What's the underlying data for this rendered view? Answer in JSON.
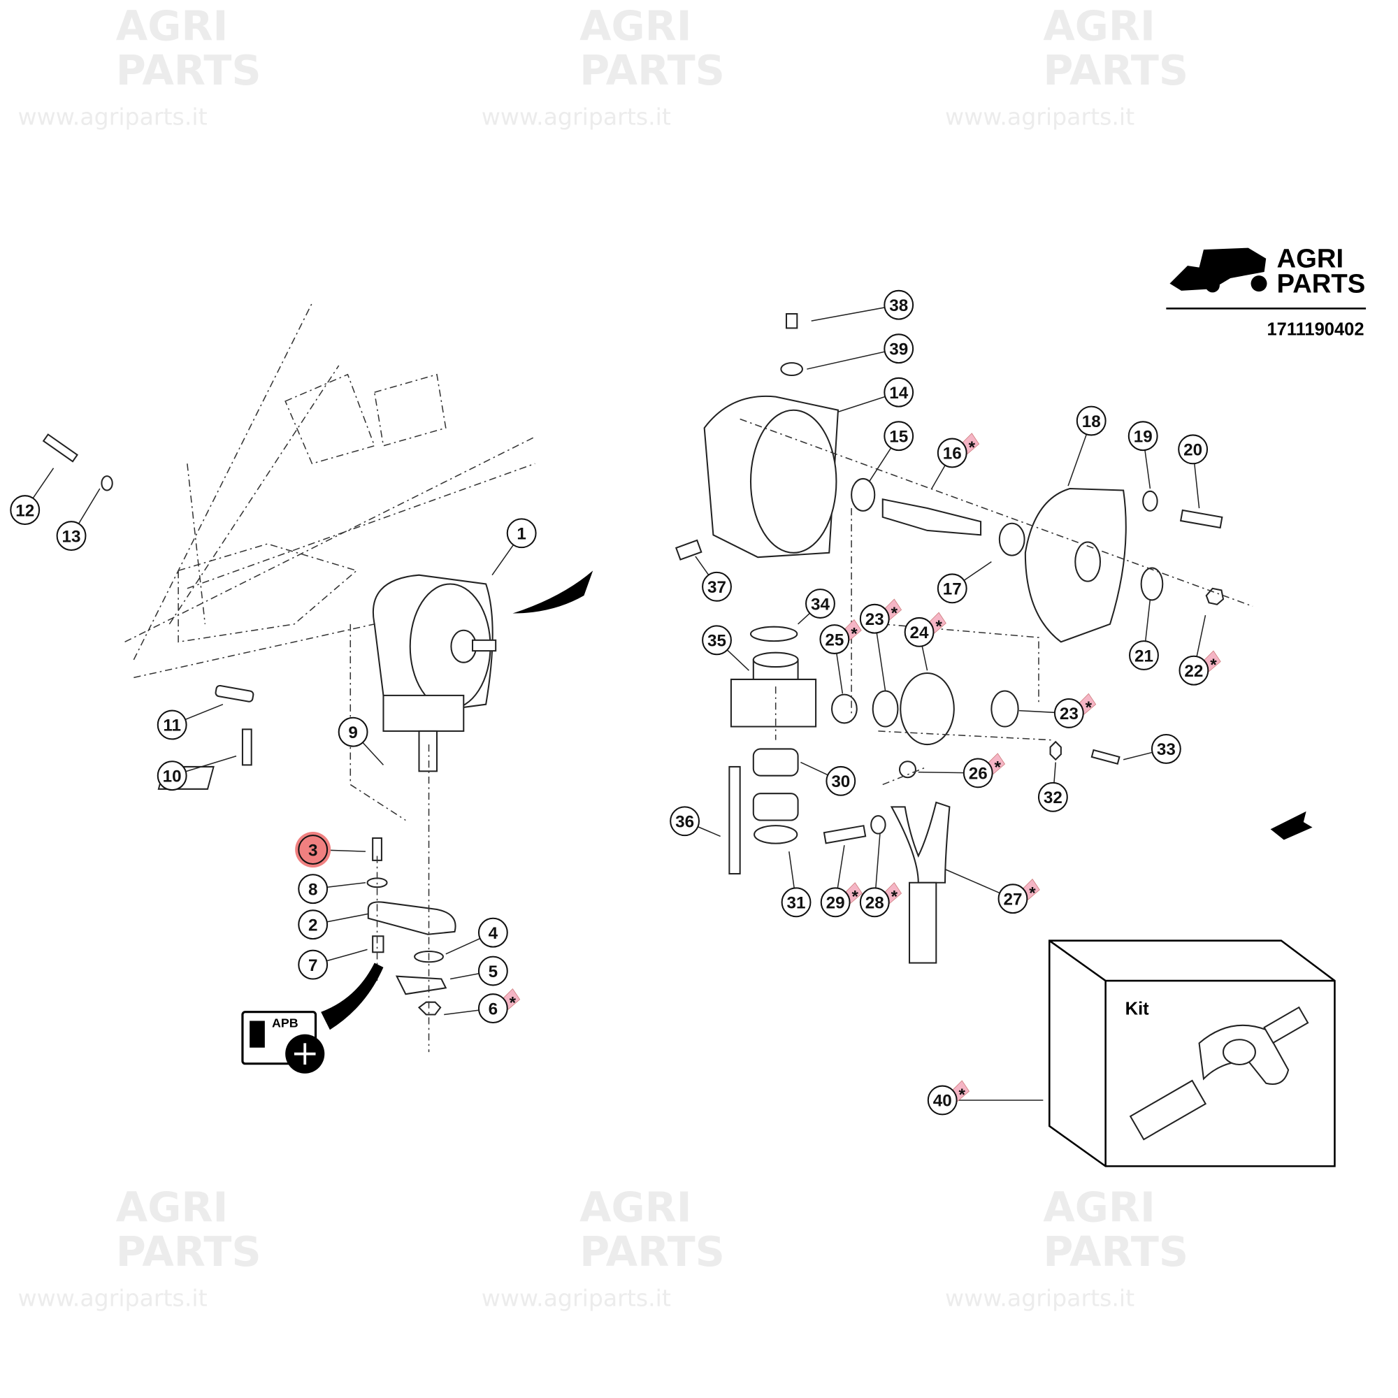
{
  "watermark": {
    "line1": "AGRI",
    "line2": "PARTS",
    "url": "www.agriparts.it"
  },
  "logo": {
    "line1": "AGRI",
    "line2": "PARTS"
  },
  "diagram_code": "1711190402",
  "kit_label": "Kit",
  "apb_badge": {
    "label": "APB"
  },
  "colors": {
    "highlight": "#f08080",
    "star_tag": "#f5b5c5"
  },
  "callouts": [
    {
      "label": "1",
      "starred": false,
      "highlighted": false
    },
    {
      "label": "2",
      "starred": false,
      "highlighted": false
    },
    {
      "label": "3",
      "starred": false,
      "highlighted": true
    },
    {
      "label": "4",
      "starred": false,
      "highlighted": false
    },
    {
      "label": "5",
      "starred": false,
      "highlighted": false
    },
    {
      "label": "6",
      "starred": true,
      "highlighted": false
    },
    {
      "label": "7",
      "starred": false,
      "highlighted": false
    },
    {
      "label": "8",
      "starred": false,
      "highlighted": false
    },
    {
      "label": "9",
      "starred": false,
      "highlighted": false
    },
    {
      "label": "10",
      "starred": false,
      "highlighted": false
    },
    {
      "label": "11",
      "starred": false,
      "highlighted": false
    },
    {
      "label": "12",
      "starred": false,
      "highlighted": false
    },
    {
      "label": "13",
      "starred": false,
      "highlighted": false
    },
    {
      "label": "14",
      "starred": false,
      "highlighted": false
    },
    {
      "label": "15",
      "starred": false,
      "highlighted": false
    },
    {
      "label": "16",
      "starred": true,
      "highlighted": false
    },
    {
      "label": "17",
      "starred": false,
      "highlighted": false
    },
    {
      "label": "18",
      "starred": false,
      "highlighted": false
    },
    {
      "label": "19",
      "starred": false,
      "highlighted": false
    },
    {
      "label": "20",
      "starred": false,
      "highlighted": false
    },
    {
      "label": "21",
      "starred": false,
      "highlighted": false
    },
    {
      "label": "22",
      "starred": true,
      "highlighted": false
    },
    {
      "label": "23",
      "starred": true,
      "highlighted": false
    },
    {
      "label": "23",
      "starred": true,
      "highlighted": false
    },
    {
      "label": "24",
      "starred": true,
      "highlighted": false
    },
    {
      "label": "25",
      "starred": true,
      "highlighted": false
    },
    {
      "label": "26",
      "starred": true,
      "highlighted": false
    },
    {
      "label": "27",
      "starred": true,
      "highlighted": false
    },
    {
      "label": "28",
      "starred": true,
      "highlighted": false
    },
    {
      "label": "29",
      "starred": true,
      "highlighted": false
    },
    {
      "label": "30",
      "starred": false,
      "highlighted": false
    },
    {
      "label": "31",
      "starred": false,
      "highlighted": false
    },
    {
      "label": "32",
      "starred": false,
      "highlighted": false
    },
    {
      "label": "33",
      "starred": false,
      "highlighted": false
    },
    {
      "label": "34",
      "starred": false,
      "highlighted": false
    },
    {
      "label": "35",
      "starred": false,
      "highlighted": false
    },
    {
      "label": "36",
      "starred": false,
      "highlighted": false
    },
    {
      "label": "37",
      "starred": false,
      "highlighted": false
    },
    {
      "label": "38",
      "starred": false,
      "highlighted": false
    },
    {
      "label": "39",
      "starred": false,
      "highlighted": false
    },
    {
      "label": "40",
      "starred": true,
      "highlighted": false
    }
  ],
  "star_symbol": "*"
}
